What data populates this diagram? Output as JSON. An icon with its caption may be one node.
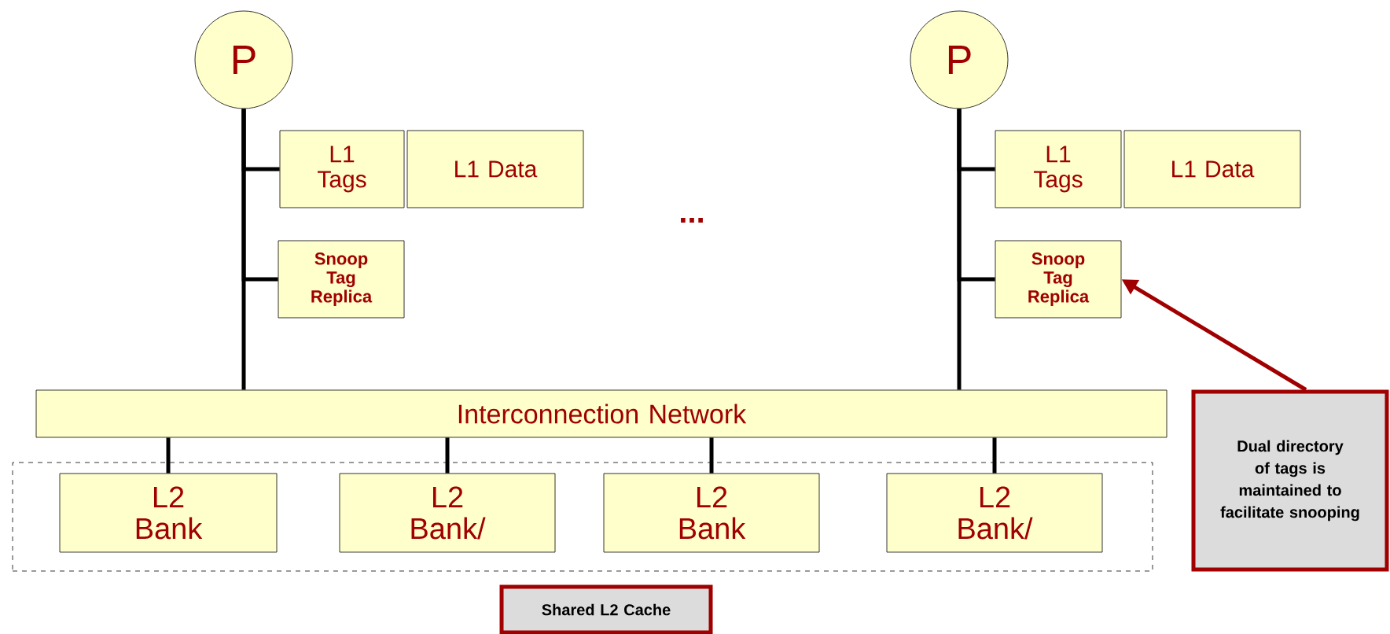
{
  "diagram": {
    "nodes": [
      {
        "text": [
          "P"
        ]
      },
      {
        "text": [
          "L1 Tags"
        ]
      },
      {
        "text": [
          "L1 Data"
        ]
      },
      {
        "text": [
          "Snoop Tag Replica"
        ]
      },
      {
        "text": [
          "P"
        ]
      },
      {
        "text": [
          "L1 Tags"
        ]
      },
      {
        "text": [
          "L1 Data"
        ]
      },
      {
        "text": [
          "Snoop Tag Replica"
        ]
      },
      {
        "text": [
          "Interconnection Network"
        ]
      },
      {
        "text": [],
        "shape": "box"
      },
      {
        "text": [
          "L2 Bank"
        ],
        "in": 9
      },
      {
        "text": [
          "L2 Bank/"
        ],
        "in": 9
      },
      {
        "text": [
          "L2 Bank"
        ],
        "in": 9
      },
      {
        "text": [
          "L2 Bank/"
        ],
        "in": 9
      },
      {
        "text": [
          "Dual directory of tags is maintained to facilitate snooping"
        ]
      },
      {
        "text": [
          "Shared L2 Cache"
        ]
      }
    ],
    "edges": [
      {
        "from": 0,
        "to": 8,
        "arrow": "none"
      },
      {
        "from": 0,
        "to": 1,
        "arrow": "none"
      },
      {
        "from": 0,
        "to": 3,
        "arrow": "none"
      },
      {
        "from": 4,
        "to": 8,
        "arrow": "none"
      },
      {
        "from": 4,
        "to": 5,
        "arrow": "none"
      },
      {
        "from": 4,
        "to": 7,
        "arrow": "none"
      },
      {
        "from": 8,
        "to": 10,
        "arrow": "none"
      },
      {
        "from": 8,
        "to": 11,
        "arrow": "none"
      },
      {
        "from": 8,
        "to": 12,
        "arrow": "none"
      },
      {
        "from": 8,
        "to": 13,
        "arrow": "none"
      },
      {
        "from": 14,
        "to": 7,
        "arrow": "to",
        "color": "#a00000"
      }
    ],
    "labels": [
      "..."
    ]
  }
}
